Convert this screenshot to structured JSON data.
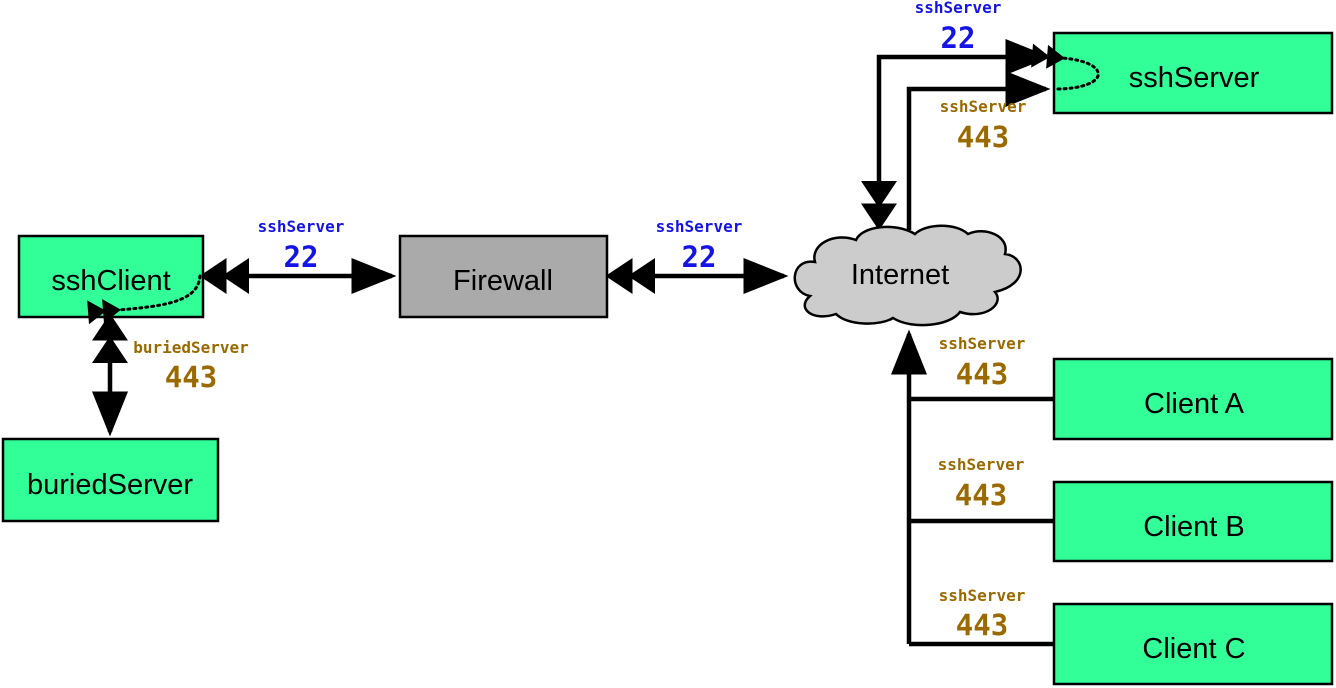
{
  "nodes": {
    "ssh_client": "sshClient",
    "buried_server": "buriedServer",
    "firewall": "Firewall",
    "internet": "Internet",
    "ssh_server": "sshServer",
    "client_a": "Client A",
    "client_b": "Client B",
    "client_c": "Client C"
  },
  "links": {
    "client_to_firewall": {
      "host": "sshServer",
      "port": "22"
    },
    "firewall_to_internet": {
      "host": "sshServer",
      "port": "22"
    },
    "internet_to_ssh_server_22": {
      "host": "sshServer",
      "port": "22"
    },
    "internet_to_ssh_server_443": {
      "host": "sshServer",
      "port": "443"
    },
    "client_to_buried_server": {
      "host": "buriedServer",
      "port": "443"
    },
    "client_a_link": {
      "host": "sshServer",
      "port": "443"
    },
    "client_b_link": {
      "host": "sshServer",
      "port": "443"
    },
    "client_c_link": {
      "host": "sshServer",
      "port": "443"
    }
  },
  "colors": {
    "node_fill": "#33ff99",
    "firewall_fill": "#aaaaaa",
    "cloud_fill": "#cccccc",
    "port_22": "#1414e6",
    "port_443": "#9a6a00"
  }
}
